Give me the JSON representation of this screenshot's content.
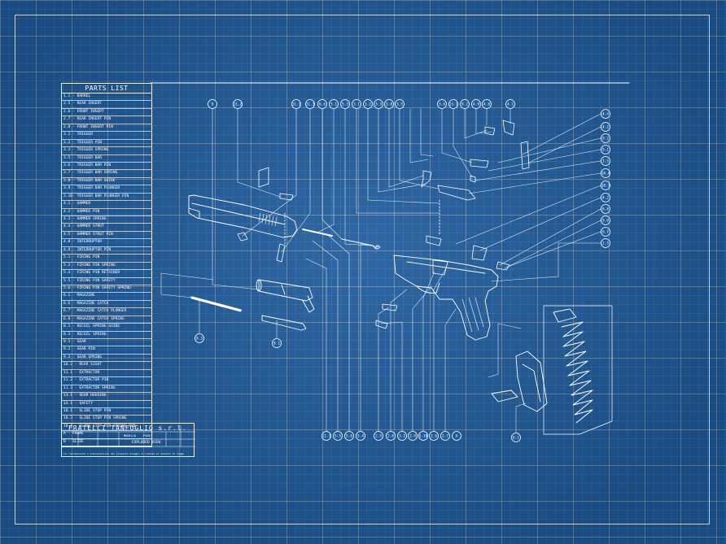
{
  "parts_list": {
    "title": "PARTS LIST",
    "items": [
      "1.1 - BARREL",
      "2.5 - REAR INSERT",
      "2.6 - FRONT INSERT",
      "2.7 - REAR INSERT PIN",
      "2.8 - FRONT INSERT PIN",
      "3.1 - TRIGGER",
      "3.2 - TRIGGER PIN",
      "3.3 - TRIGGER SPRING",
      "3.5 - TRIGGER BAR",
      "3.6 - TRIGGER BAR PIN",
      "3.7 - TRIGGER BAR SPRING",
      "3.8 - TRIGGER BAR GUIDE",
      "3.9 - TRIGGER BAR PLUNGER",
      "3.10- TRIGGER BAR PLUNGER PIN",
      "4.1 - HAMMER",
      "4.2 - HAMMER PIN",
      "4.3 - HAMMER SPRING",
      "4.4 - HAMMER STRUT",
      "4.5 - HAMMER STRUT PIN",
      "4.8 - INTERRUPTOR",
      "4.9 - INTERRUPTOR PIN",
      "5.1 - FIRING PIN",
      "5.3 - FIRING PIN SPRING",
      "5.4 - FIRING PIN RETAINER",
      "5.5 - FIRING PIN SAFETY",
      "5.6 - FIRING PIN SAFETY SPRING",
      "6.1 - MAGAZINE",
      "6.6 - MAGAZINE CATCH",
      "6.7 - MAGAZINE CATCH PLUNGER",
      "6.8 - MAGAZINE CATCH SPRING",
      "8.1 - RECOIL SPRING GUIDE",
      "8.3 - RECOIL SPRING",
      "9.1 - SEAR",
      "9.2 - SEAR PIN",
      "9.3 - SEAR SPRING",
      "10.2 - REAR SIGHT",
      "11.1 - EXTRACTOR",
      "11.2 - EXTRACTOR PIN",
      "11.3 - EXTRACTOR SPRING",
      "13.1 - SEAR HOUSING",
      "14.1 - SAFETY",
      "18.1 - SLIDE STOP PIN",
      "18.3 - SLIDE STOP PIN SPRING",
      "18.4 - SLIDE STOP PIN SPRING PIN",
      "A - FRAME",
      "B - SLIDE"
    ]
  },
  "title_block": {
    "company": "FRATELLI TANFOGLIO s.r.l.",
    "model_label": "MODELLO",
    "model_value": "P400",
    "view": "EXPLODED VIEW",
    "footnote": "La riproduzione o comunicazione del presente disegno è vietata ai termini di legge"
  },
  "callouts_top": [
    "9",
    "11.2",
    "11.1",
    "11.3",
    "6.6",
    "5.1",
    "5.3",
    "3.1",
    "3.2",
    "3.3",
    "3.8",
    "3.5",
    "3.6",
    "13.1",
    "9.2",
    "4.9",
    "4.8",
    "4.1"
  ],
  "callouts_right": [
    "4.4",
    "4.2",
    "9.2",
    "9.1",
    "3.5",
    "18.4",
    "18.3",
    "4.2",
    "6.8",
    "9.8",
    "6.7",
    "2.5"
  ],
  "callouts_bottom": [
    "11.1",
    "5.5",
    "5.6",
    "5.4",
    "2.5",
    "2.8",
    "3.2",
    "3.4",
    "3.10",
    "2.6",
    "2.7",
    "A"
  ],
  "callouts_misc": [
    "8.3",
    "8.1",
    "6.1"
  ]
}
